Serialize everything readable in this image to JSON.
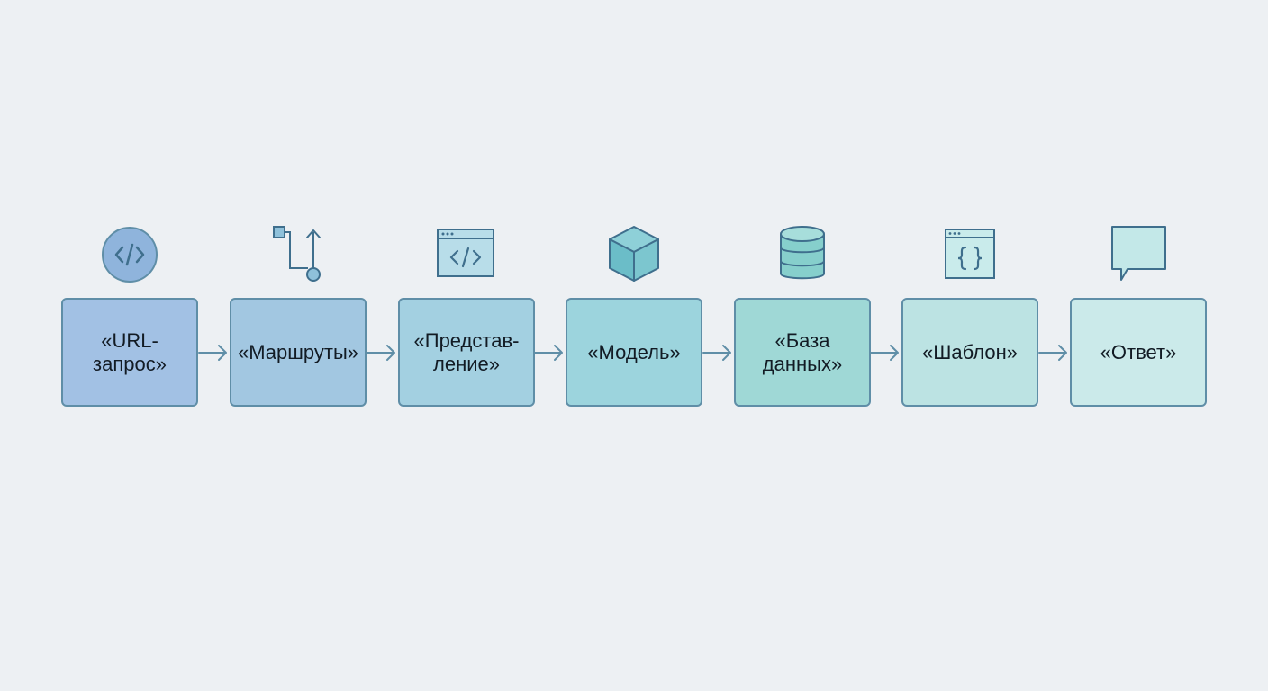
{
  "diagram": {
    "steps": [
      {
        "label": "«URL-\nзапрос»",
        "icon": "code-circle-icon",
        "fill": "#a2c1e4"
      },
      {
        "label": "«Маршруты»",
        "icon": "route-branch-icon",
        "fill": "#a2c7e1"
      },
      {
        "label": "«Представ-\nление»",
        "icon": "code-window-icon",
        "fill": "#a3d0e1"
      },
      {
        "label": "«Модель»",
        "icon": "cube-icon",
        "fill": "#9cd4dd"
      },
      {
        "label": "«База\nданных»",
        "icon": "database-icon",
        "fill": "#9fd8d6"
      },
      {
        "label": "«Шаблон»",
        "icon": "template-braces-icon",
        "fill": "#bce3e3"
      },
      {
        "label": "«Ответ»",
        "icon": "speech-bubble-icon",
        "fill": "#cbeaea"
      }
    ],
    "colors": {
      "background": "#edf0f3",
      "stroke": "#5f8ea7",
      "text": "#121b24",
      "arrow": "#5f8ea7"
    }
  }
}
